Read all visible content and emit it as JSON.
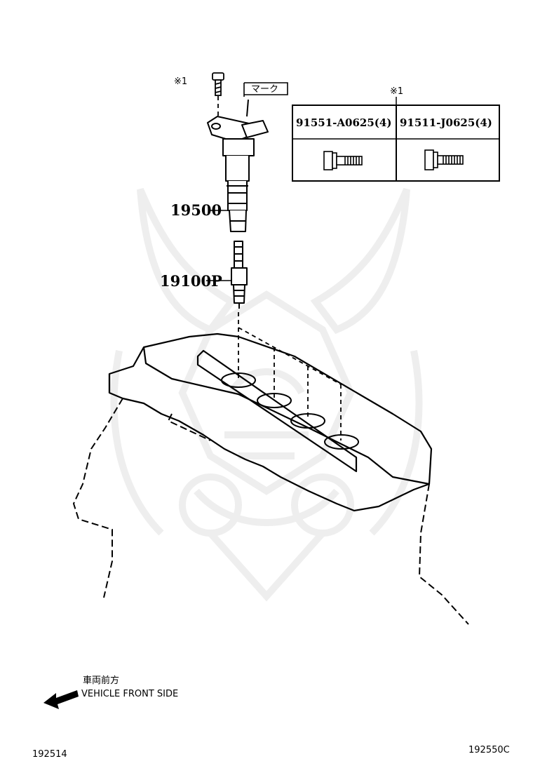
{
  "callouts": {
    "ignition_coil": "19500",
    "spark_plug": "19100P",
    "bolt_note_near_coil": "※1",
    "mark_label": "マーク"
  },
  "bolt_table": {
    "note": "※1",
    "columns": [
      {
        "part_number": "91551-A0625(4)",
        "icon": "flange-bolt-icon"
      },
      {
        "part_number": "91511-J0625(4)",
        "icon": "flange-bolt-icon"
      }
    ]
  },
  "direction": {
    "label_jp": "車両前方",
    "label_en": "VEHICLE FRONT SIDE",
    "icon": "arrow-left-icon"
  },
  "footer": {
    "left_code": "192514",
    "right_code": "192550C"
  },
  "colors": {
    "line": "#000000",
    "watermark": "#eeeeee",
    "background": "#ffffff"
  }
}
